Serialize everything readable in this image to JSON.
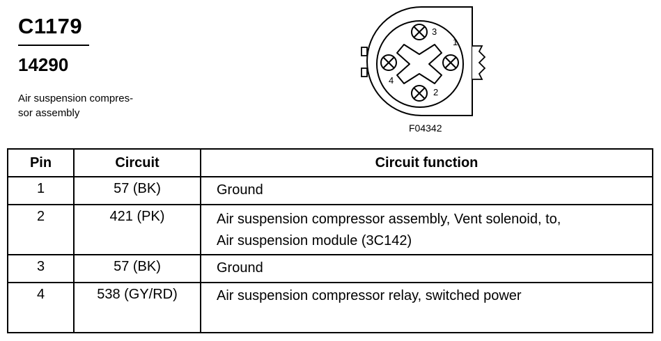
{
  "header": {
    "connector_id": "C1179",
    "part_number": "14290",
    "description": "Air suspension compres-\nsor assembly"
  },
  "diagram": {
    "figure_id": "F04342",
    "pin_labels": [
      "1",
      "2",
      "3",
      "4"
    ]
  },
  "table": {
    "headers": [
      "Pin",
      "Circuit",
      "Circuit function"
    ],
    "rows": [
      {
        "pin": "1",
        "circuit": "57 (BK)",
        "function": "Ground"
      },
      {
        "pin": "2",
        "circuit": "421 (PK)",
        "function": "Air suspension compressor assembly, Vent solenoid, to,\nAir suspension module (3C142)"
      },
      {
        "pin": "3",
        "circuit": "57 (BK)",
        "function": "Ground"
      },
      {
        "pin": "4",
        "circuit": "538 (GY/RD)",
        "function": "Air suspension compressor relay, switched power"
      }
    ]
  }
}
